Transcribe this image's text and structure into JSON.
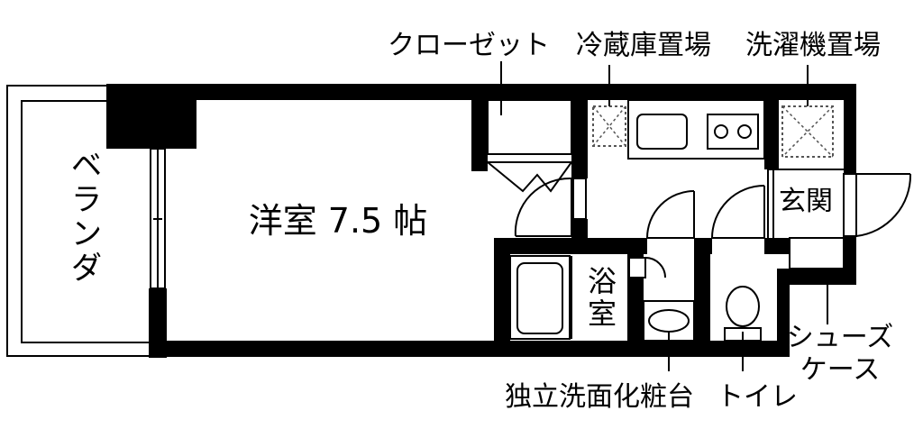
{
  "labels": {
    "closet": "クローゼット",
    "fridge_space": "冷蔵庫置場",
    "washer_space": "洗濯機置場",
    "veranda": "ベランダ",
    "western_room": "洋室 7.5 帖",
    "bathroom": "浴室",
    "entrance": "玄関",
    "shoe_case": "シューズケース",
    "vanity": "独立洗面化粧台",
    "toilet": "トイレ"
  },
  "colors": {
    "wall": "#000000",
    "background": "#ffffff",
    "fixture_dash": "#555555"
  }
}
